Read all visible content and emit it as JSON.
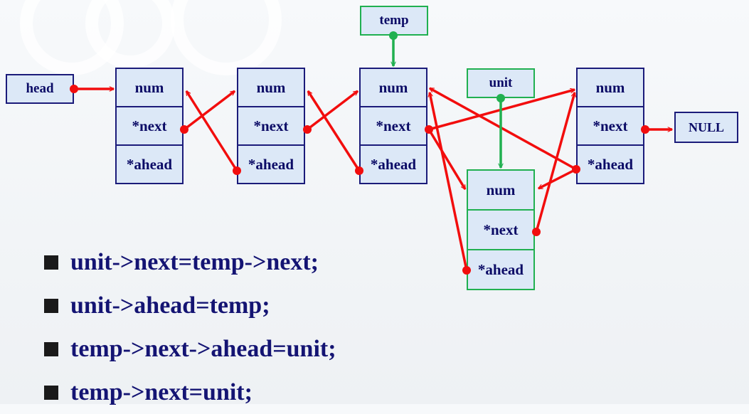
{
  "labels": {
    "head": "head",
    "temp": "temp",
    "unit": "unit",
    "null": "NULL"
  },
  "fields": {
    "num": "num",
    "next": "*next",
    "ahead": "*ahead"
  },
  "code_lines": [
    "unit->next=temp->next;",
    "unit->ahead=temp;",
    "temp->next->ahead=unit;",
    "temp->next=unit;"
  ],
  "colors": {
    "arrow_red": "#f20d0d",
    "pointer_green": "#20b050",
    "node_fill": "#dce8f7",
    "node_border": "#1b1b7a",
    "text_navy": "#0b0b66"
  }
}
